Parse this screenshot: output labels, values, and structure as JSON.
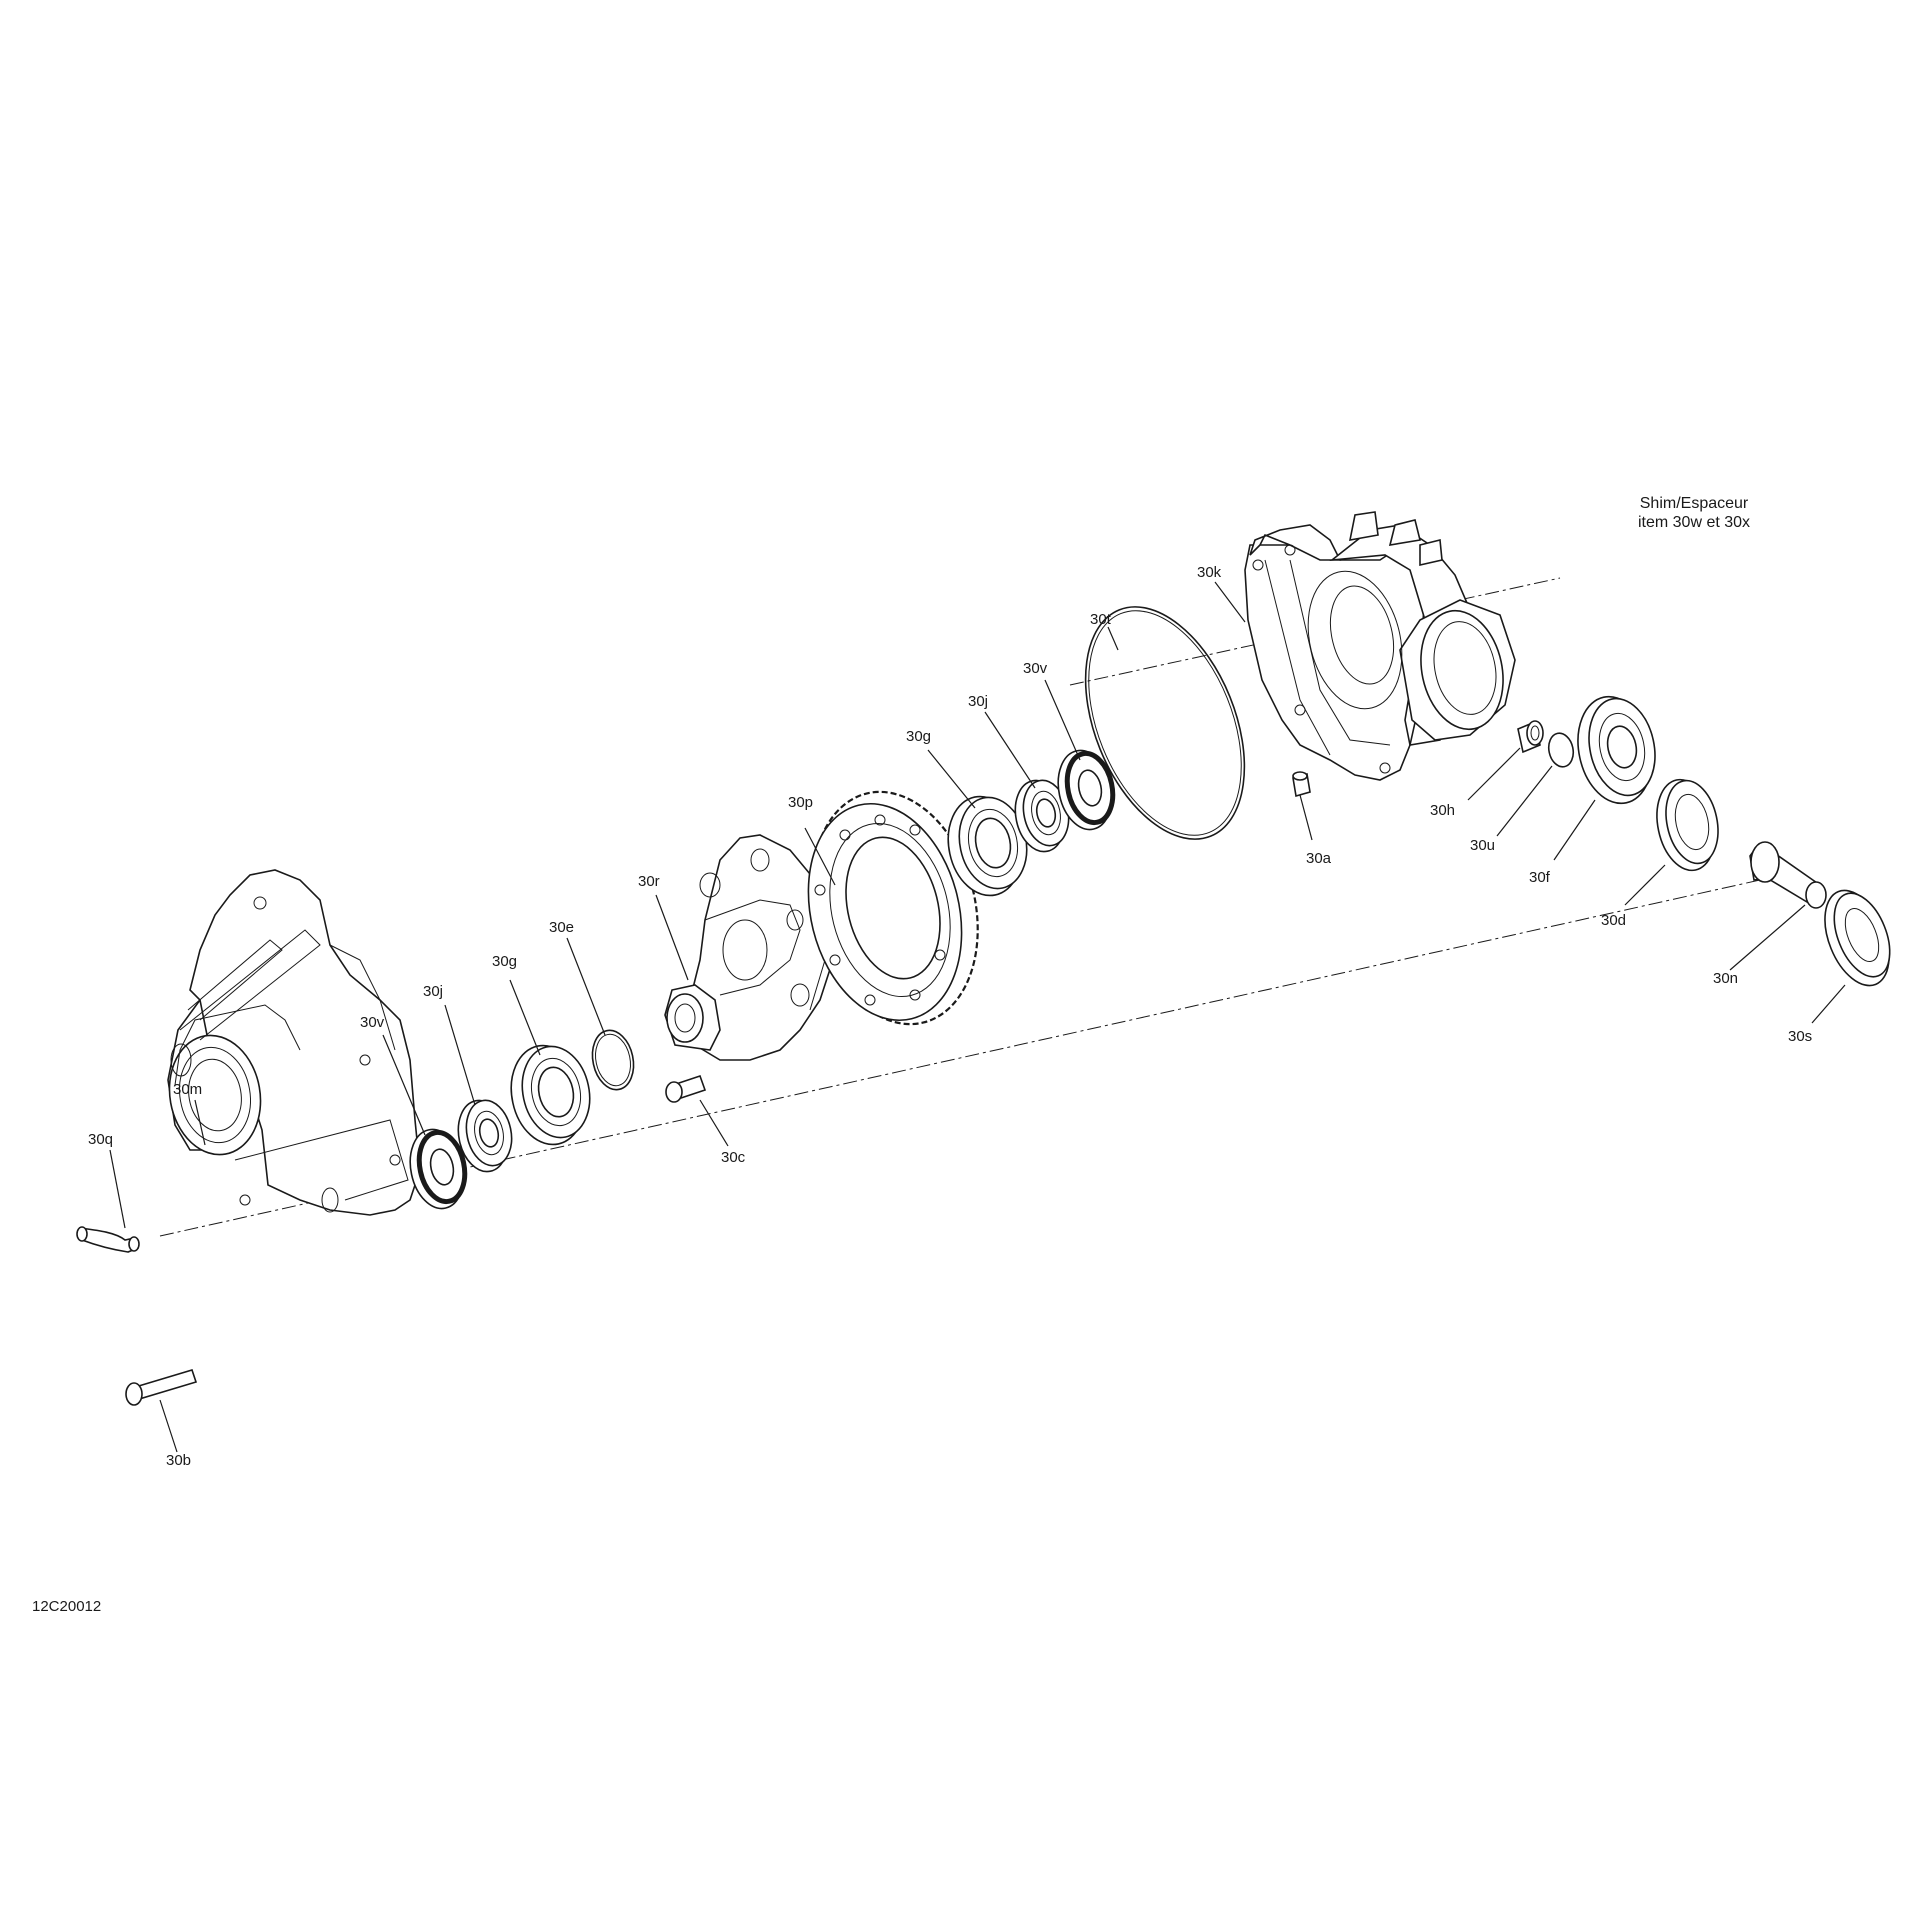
{
  "note": {
    "line1": "Shim/Espaceur",
    "line2": "item 30w et 30x"
  },
  "drawing_number": "12C20012",
  "callouts": [
    {
      "id": "30k",
      "text": "30k"
    },
    {
      "id": "30t",
      "text": "30t"
    },
    {
      "id": "30v-right",
      "text": "30v"
    },
    {
      "id": "30j-right",
      "text": "30j"
    },
    {
      "id": "30g-right",
      "text": "30g"
    },
    {
      "id": "30p",
      "text": "30p"
    },
    {
      "id": "30r",
      "text": "30r"
    },
    {
      "id": "30e",
      "text": "30e"
    },
    {
      "id": "30g-left",
      "text": "30g"
    },
    {
      "id": "30j-left",
      "text": "30j"
    },
    {
      "id": "30v-left",
      "text": "30v"
    },
    {
      "id": "30m",
      "text": "30m"
    },
    {
      "id": "30q",
      "text": "30q"
    },
    {
      "id": "30b",
      "text": "30b"
    },
    {
      "id": "30c",
      "text": "30c"
    },
    {
      "id": "30a",
      "text": "30a"
    },
    {
      "id": "30h",
      "text": "30h"
    },
    {
      "id": "30u",
      "text": "30u"
    },
    {
      "id": "30f",
      "text": "30f"
    },
    {
      "id": "30d",
      "text": "30d"
    },
    {
      "id": "30n",
      "text": "30n"
    },
    {
      "id": "30s",
      "text": "30s"
    }
  ]
}
